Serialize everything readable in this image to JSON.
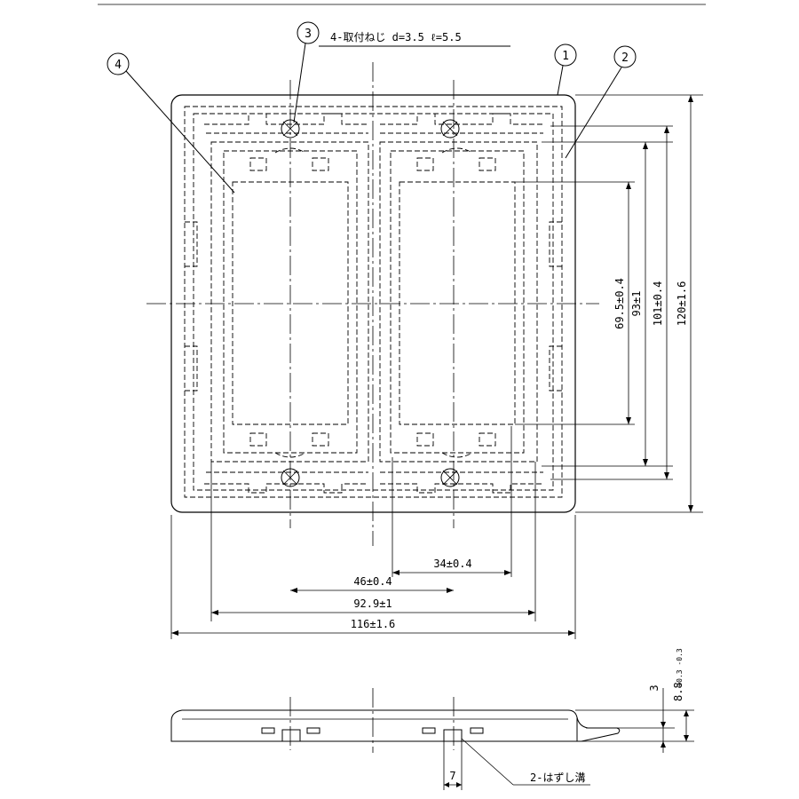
{
  "callouts": {
    "c1": "1",
    "c2": "2",
    "c3": "3",
    "c4": "4"
  },
  "notes": {
    "screw": "4-取付ねじ d=3.5 ℓ=5.5",
    "release_groove": "2-はずし溝"
  },
  "dimensions": {
    "d_34": "34±0.4",
    "d_46": "46±0.4",
    "d_929": "92.9±1",
    "d_116": "116±1.6",
    "d_695": "69.5±0.4",
    "d_93": "93±1",
    "d_101": "101±0.4",
    "d_120": "120±1.6",
    "d_3": "3",
    "d_88": "8.8",
    "d_88_tol": "+0.3 -0.3",
    "d_7": "7"
  }
}
